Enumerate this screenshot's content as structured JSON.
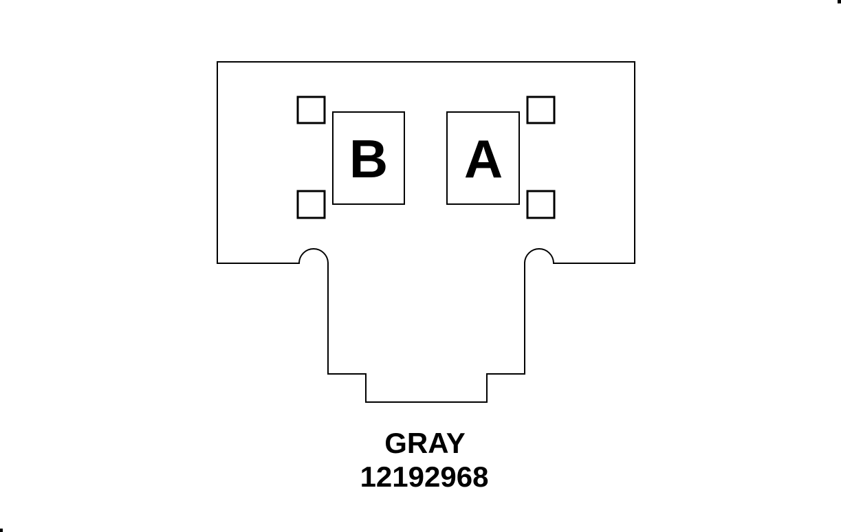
{
  "colors": {
    "background": "#ffffff",
    "line": "#000000",
    "text": "#000000"
  },
  "connector": {
    "color_label": "GRAY",
    "part_number": "12192968",
    "terminals": [
      {
        "label": "B"
      },
      {
        "label": "A"
      }
    ]
  }
}
